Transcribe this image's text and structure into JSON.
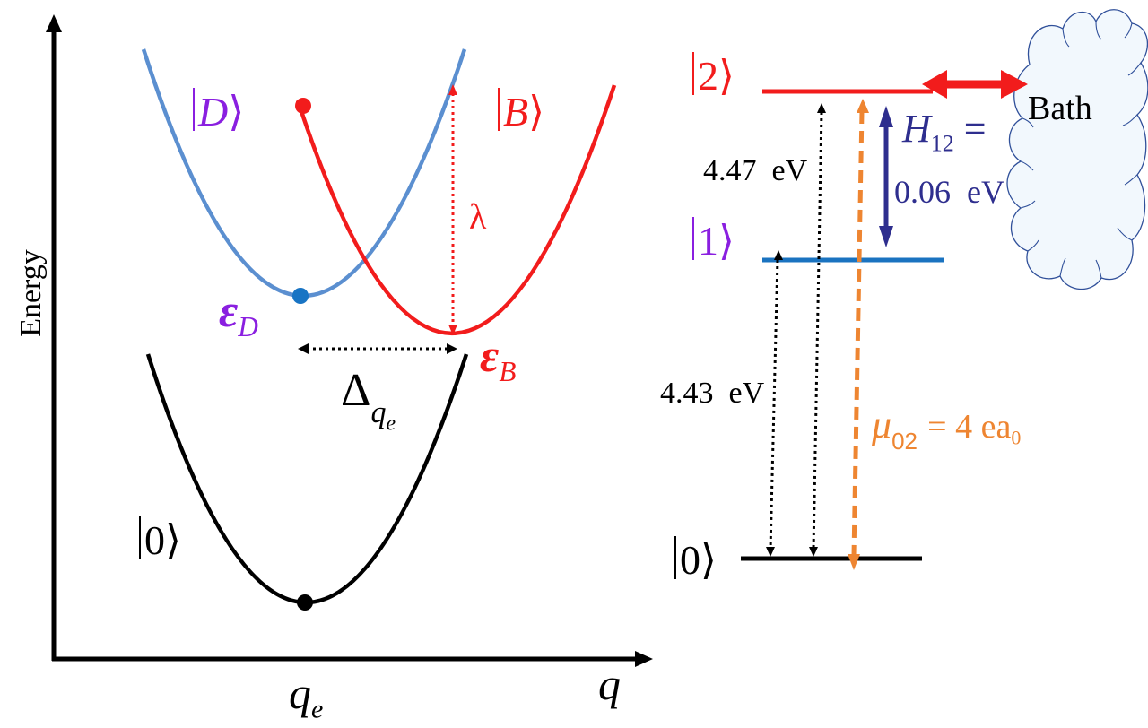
{
  "colors": {
    "black": "#000000",
    "blue_curve": "#5b8fd0",
    "blue_dot": "#1874c4",
    "red": "#f21c1c",
    "purple": "#8a1fe0",
    "navy": "#2e2e8e",
    "orange": "#ee8531",
    "level1_blue": "#1a73c0",
    "cloud_fill": "#f2f8fd",
    "cloud_stroke": "#30509a"
  },
  "left_panel": {
    "y_axis_label": "Energy",
    "x_axis_label": "q",
    "x_tick_label": {
      "main": "q",
      "sub": "e"
    },
    "states": {
      "ground": {
        "ket": "0",
        "color": "#000000"
      },
      "dark": {
        "ket": "D",
        "color": "#8a1fe0"
      },
      "bright": {
        "ket": "B",
        "color": "#f21c1c"
      }
    },
    "energies": {
      "eps_D": {
        "main": "ε",
        "sub": "D",
        "color": "#8a1fe0"
      },
      "eps_B": {
        "main": "ε",
        "sub": "B",
        "color": "#f21c1c"
      }
    },
    "reorganization_label": "λ",
    "displacement_label": {
      "main": "Δ",
      "sub_main": "q",
      "sub_sub": "e"
    }
  },
  "right_panel": {
    "levels": [
      {
        "ket": "2",
        "color": "#f21c1c"
      },
      {
        "ket": "1",
        "color": "#8a1fe0"
      },
      {
        "ket": "0",
        "color": "#000000"
      }
    ],
    "transition_02_label": "4.47  eV",
    "transition_01_label": "4.43  eV",
    "coupling": {
      "main": "H",
      "sub": "12",
      "eq": "=",
      "value": "0.06  eV"
    },
    "dipole": {
      "main": "μ",
      "sub": "02",
      "eq": "= 4 ea",
      "sub2": "0"
    },
    "bath_label": "Bath"
  }
}
